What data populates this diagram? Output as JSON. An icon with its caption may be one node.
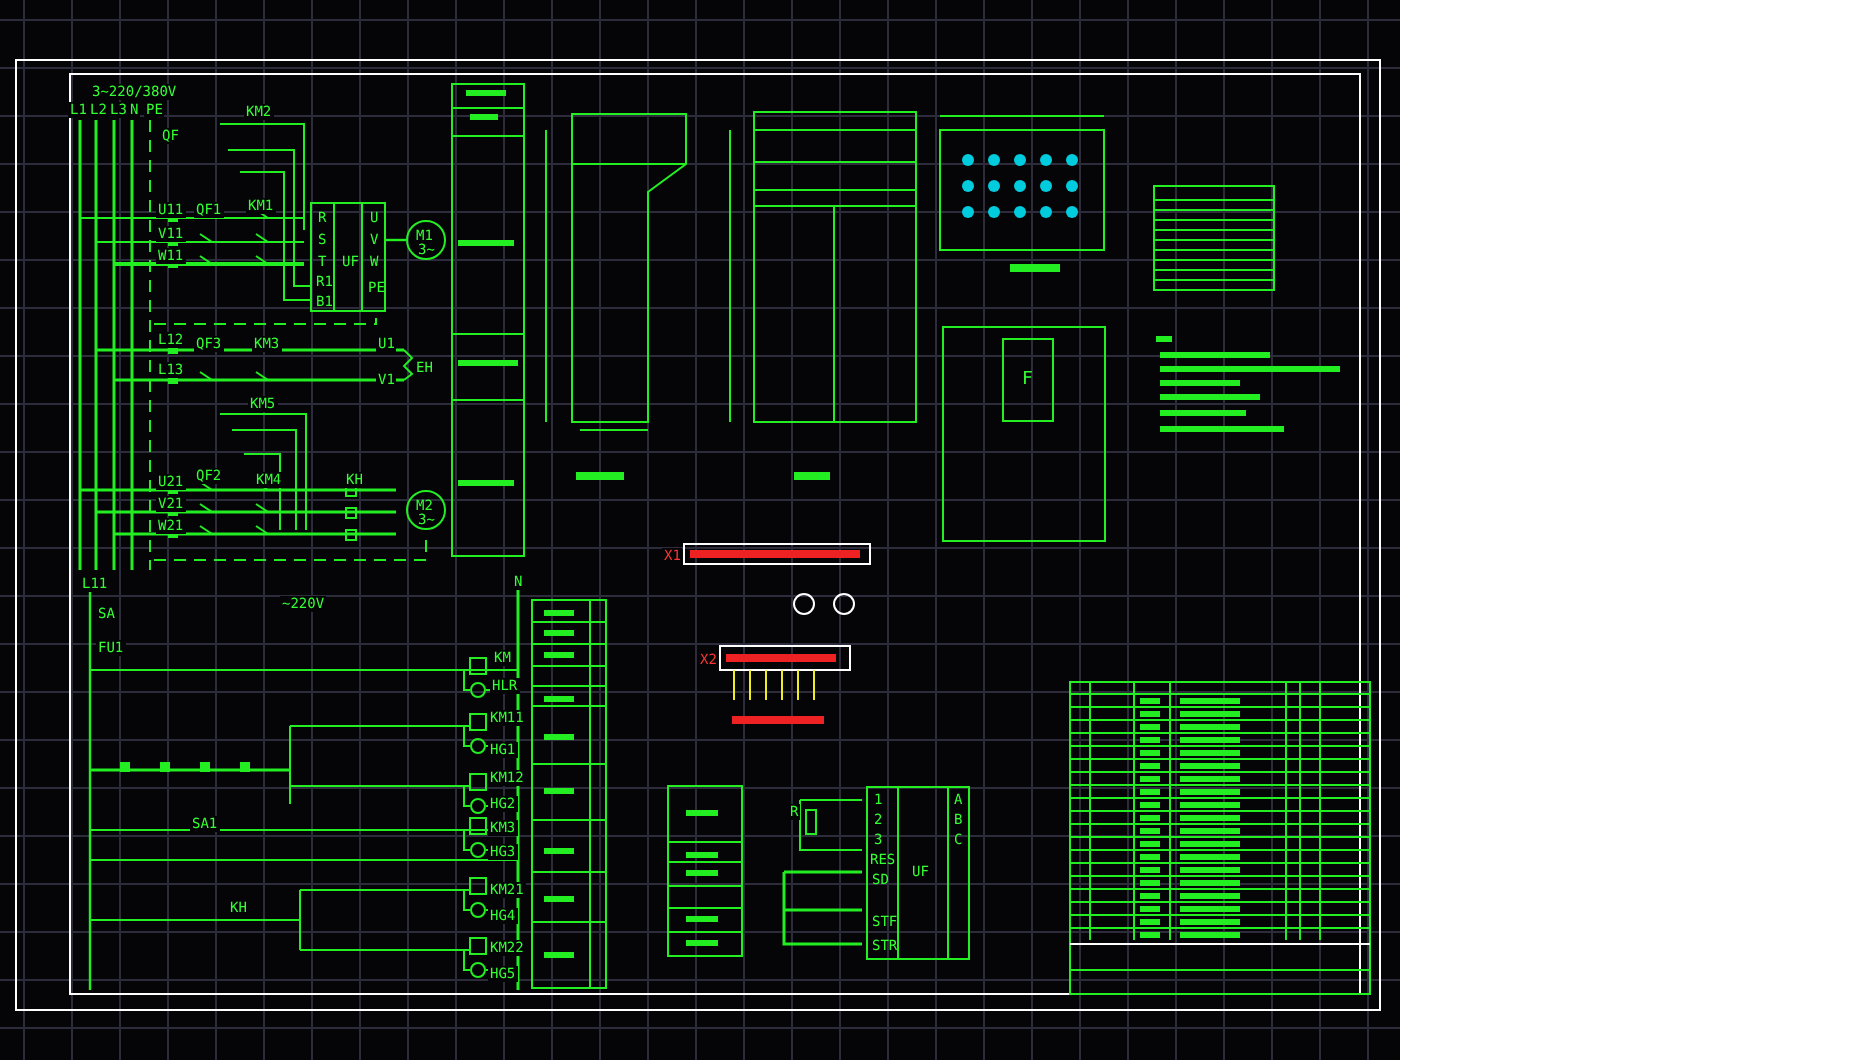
{
  "diagram": {
    "nodes": [
      {
        "text": [
          "R",
          "S",
          "T",
          "R1",
          "B1",
          "UF",
          "U",
          "V",
          "W",
          "PE"
        ]
      },
      {
        "text": [
          "M1",
          "3~"
        ]
      },
      {
        "text": [
          "M2",
          "3~"
        ]
      },
      {
        "text": [
          "1",
          "2",
          "3",
          "RES",
          "SD",
          "STF",
          "STR",
          "UF",
          "A",
          "B",
          "C"
        ]
      },
      {
        "text": [],
        "shape": "box"
      },
      {
        "text": [
          "F"
        ],
        "in": 4
      }
    ],
    "edges": [
      {
        "from": 0,
        "to": 1,
        "arrow": "none"
      }
    ],
    "labels": [
      "3~220/380V",
      "L1",
      "L2",
      "L3",
      "N",
      "PE",
      "QF",
      "U11",
      "V11",
      "W11",
      "QF1",
      "KM2",
      "KM1",
      "L12",
      "L13",
      "QF3",
      "KM3",
      "U1",
      "V1",
      "EH",
      "U21",
      "V21",
      "W21",
      "QF2",
      "KM5",
      "KM4",
      "KH",
      "L11",
      "SA",
      "FU1",
      "~220V",
      "N",
      "KM",
      "HLR",
      "KM11",
      "HG1",
      "KM12",
      "HG2",
      "KM3",
      "HG3",
      "KM21",
      "HG4",
      "KM22",
      "HG5",
      "SA1",
      "KH",
      "X1",
      "X2",
      "R"
    ]
  }
}
